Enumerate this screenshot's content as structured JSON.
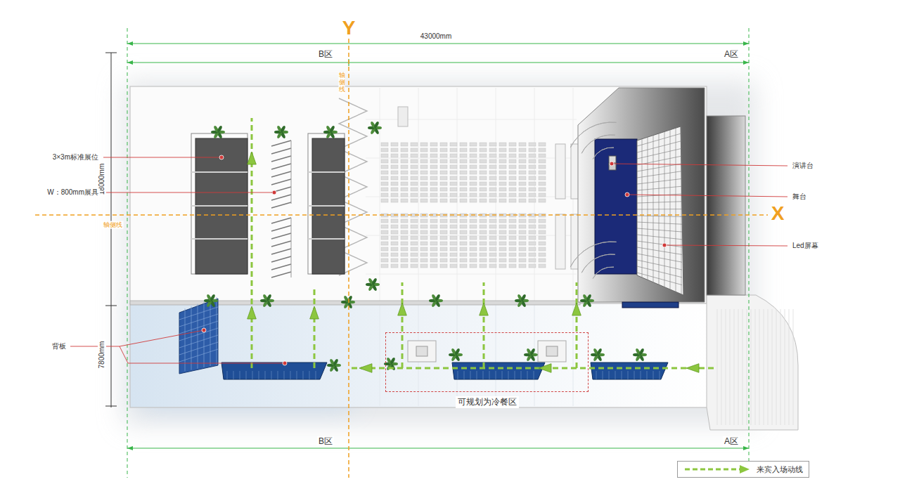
{
  "diagram": {
    "nodes": [
      {
        "text": [
          "可规划为冷餐区"
        ]
      }
    ],
    "labels": [
      "Y",
      "43000mm",
      "B区",
      "A区",
      "轴侧线",
      "18000mm",
      "3×3m标准展位",
      "W：800mm展具",
      "轴侧线",
      "X",
      "演讲台",
      "舞台",
      "Led屏幕",
      "背板",
      "7800mm",
      "B区",
      "A区"
    ],
    "legend": [
      {
        "text": "来宾入场动线"
      }
    ]
  }
}
